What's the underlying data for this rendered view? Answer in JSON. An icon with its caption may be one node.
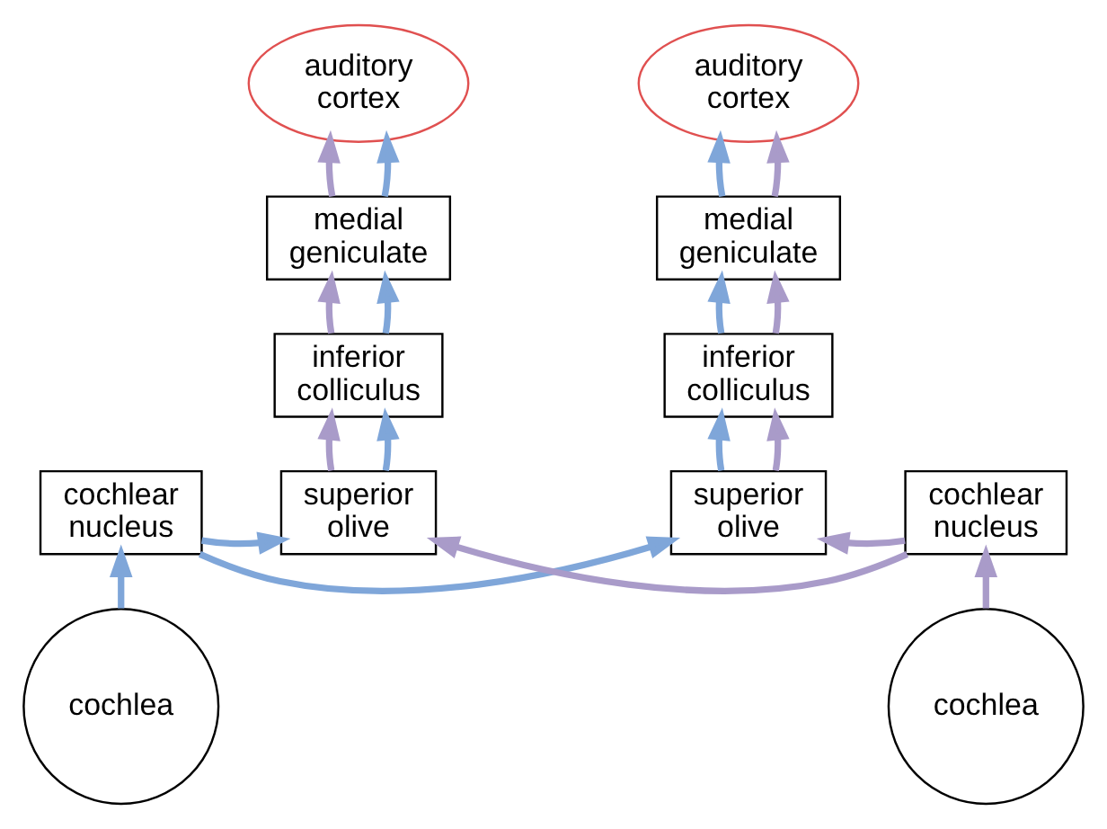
{
  "diagram": {
    "nodes": [
      {
        "text": [
          "auditory cortex"
        ]
      },
      {
        "text": [
          "medial geniculate"
        ]
      },
      {
        "text": [
          "inferior colliculus"
        ]
      },
      {
        "text": [
          "cochlear nucleus"
        ]
      },
      {
        "text": [
          "superior olive"
        ]
      },
      {
        "text": [
          "cochlea"
        ]
      },
      {
        "text": [
          "auditory cortex"
        ]
      },
      {
        "text": [
          "medial geniculate"
        ]
      },
      {
        "text": [
          "inferior colliculus"
        ]
      },
      {
        "text": [
          "superior olive"
        ]
      },
      {
        "text": [
          "cochlear nucleus"
        ]
      },
      {
        "text": [
          "cochlea"
        ]
      }
    ],
    "edges": [
      {
        "from": 4,
        "to": 2,
        "arrow": "to",
        "color": "#a99bc9"
      },
      {
        "from": 4,
        "to": 2,
        "arrow": "to",
        "color": "#7fa6d9"
      },
      {
        "from": 2,
        "to": 1,
        "arrow": "to",
        "color": "#a99bc9"
      },
      {
        "from": 2,
        "to": 1,
        "arrow": "to",
        "color": "#7fa6d9"
      },
      {
        "from": 1,
        "to": 0,
        "arrow": "to",
        "color": "#a99bc9"
      },
      {
        "from": 1,
        "to": 0,
        "arrow": "to",
        "color": "#7fa6d9"
      },
      {
        "from": 9,
        "to": 8,
        "arrow": "to",
        "color": "#7fa6d9"
      },
      {
        "from": 9,
        "to": 8,
        "arrow": "to",
        "color": "#a99bc9"
      },
      {
        "from": 8,
        "to": 7,
        "arrow": "to",
        "color": "#7fa6d9"
      },
      {
        "from": 8,
        "to": 7,
        "arrow": "to",
        "color": "#a99bc9"
      },
      {
        "from": 7,
        "to": 6,
        "arrow": "to",
        "color": "#7fa6d9"
      },
      {
        "from": 7,
        "to": 6,
        "arrow": "to",
        "color": "#a99bc9"
      },
      {
        "from": 5,
        "to": 3,
        "arrow": "to",
        "color": "#7fa6d9"
      },
      {
        "from": 3,
        "to": 4,
        "arrow": "to",
        "color": "#7fa6d9"
      },
      {
        "from": 3,
        "to": 9,
        "arrow": "to",
        "color": "#7fa6d9"
      },
      {
        "from": 11,
        "to": 10,
        "arrow": "to",
        "color": "#a99bc9"
      },
      {
        "from": 10,
        "to": 9,
        "arrow": "to",
        "color": "#a99bc9"
      },
      {
        "from": 10,
        "to": 4,
        "arrow": "to",
        "color": "#a99bc9"
      }
    ]
  }
}
